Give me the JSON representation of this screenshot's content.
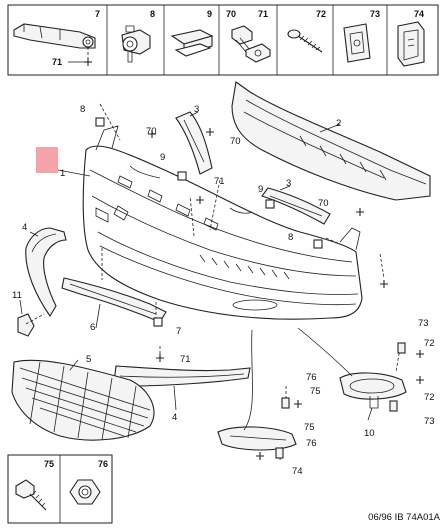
{
  "top_parts": [
    "7",
    "8",
    "9",
    "70",
    "71",
    "72",
    "73",
    "74"
  ],
  "top_extra": {
    "part71": "71"
  },
  "bottom_parts": [
    "75",
    "76"
  ],
  "callouts": {
    "c1": "1",
    "c2": "2",
    "c3a": "3",
    "c3b": "3",
    "c4a": "4",
    "c4b": "4",
    "c5": "5",
    "c6": "6",
    "c7": "7",
    "c8a": "8",
    "c8b": "8",
    "c9a": "9",
    "c9b": "9",
    "c10": "10",
    "c11": "11",
    "c70a": "70",
    "c70b": "70",
    "c70c": "70",
    "c71a": "71",
    "c71b": "71",
    "c72a": "72",
    "c72b": "72",
    "c73a": "73",
    "c73b": "73",
    "c74": "74",
    "c75a": "75",
    "c75b": "75",
    "c76a": "76",
    "c76b": "76"
  },
  "footer": "06/96 IB 74A01A",
  "highlight_color": "#f4a3a8"
}
